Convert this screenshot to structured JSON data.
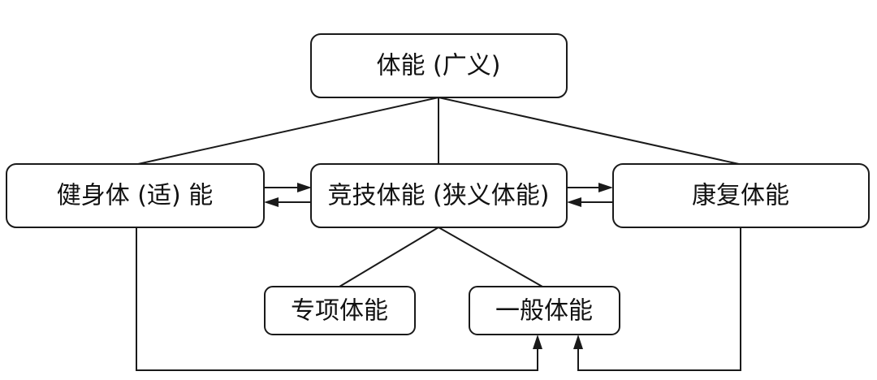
{
  "nodes": {
    "broad_fitness": {
      "label": "体能 (广义)"
    },
    "health_fitness": {
      "label": "健身体 (适) 能"
    },
    "competitive_fitness": {
      "label": "竞技体能 (狭义体能)"
    },
    "rehab_fitness": {
      "label": "康复体能"
    },
    "specific_fitness": {
      "label": "专项体能"
    },
    "general_fitness": {
      "label": "一般体能"
    }
  },
  "colors": {
    "stroke": "#1a1a1a",
    "fill": "#ffffff",
    "text": "#111111"
  }
}
